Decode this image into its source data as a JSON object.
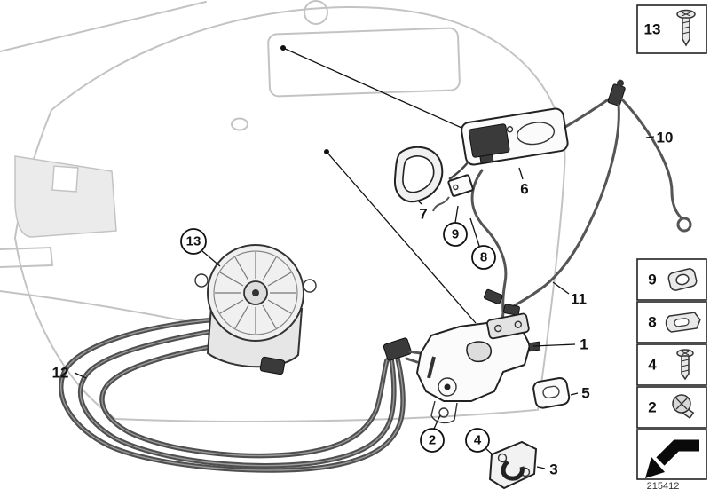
{
  "doc_number": "215412",
  "callouts": [
    {
      "label": "13"
    },
    {
      "label": "12"
    },
    {
      "label": "10"
    },
    {
      "label": "6"
    },
    {
      "label": "7"
    },
    {
      "label": "9"
    },
    {
      "label": "8"
    },
    {
      "label": "11"
    },
    {
      "label": "1"
    },
    {
      "label": "5"
    },
    {
      "label": "2"
    },
    {
      "label": "4"
    },
    {
      "label": "3"
    }
  ],
  "legend": {
    "top_box": {
      "label": "13",
      "icon": "pan-head-screw-icon"
    },
    "boxes": [
      {
        "label": "9",
        "icon": "expanding-nut-icon"
      },
      {
        "label": "8",
        "icon": "clip-bracket-icon"
      },
      {
        "label": "4",
        "icon": "pan-head-screw-icon"
      },
      {
        "label": "2",
        "icon": "round-head-screw-icon"
      },
      {
        "label": "",
        "icon": "direction-arrow-icon"
      }
    ]
  }
}
